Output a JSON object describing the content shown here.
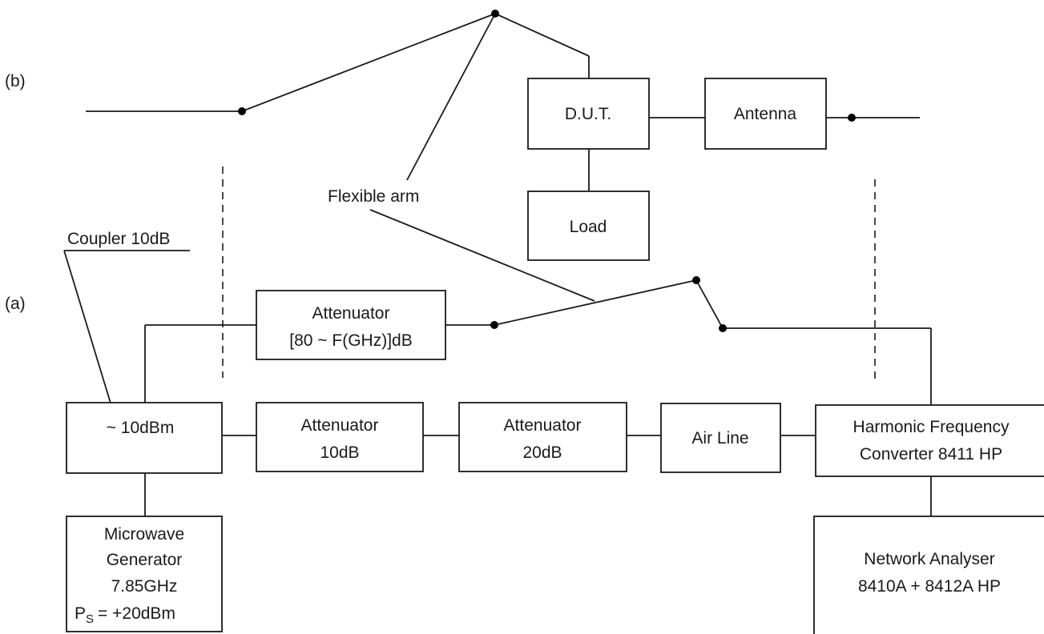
{
  "labels": {
    "section_b": "(b)",
    "section_a": "(a)",
    "flexible_arm": "Flexible arm",
    "coupler": "Coupler 10dB"
  },
  "blocks": {
    "dut": "D.U.T.",
    "antenna": "Antenna",
    "load": "Load",
    "attenuator_var": [
      "Attenuator",
      "[80 ~ F(GHz)]dB"
    ],
    "coupler_box": "~ 10dBm",
    "attenuator_10": [
      "Attenuator",
      "10dB"
    ],
    "attenuator_20": [
      "Attenuator",
      "20dB"
    ],
    "air_line": "Air Line",
    "harmonic_converter": [
      "Harmonic Frequency",
      "Converter 8411 HP"
    ],
    "microwave_generator": [
      "Microwave",
      "Generator",
      "7.85GHz"
    ],
    "generator_power": {
      "symbol": "P",
      "subscript": "S",
      "value": "= +20dBm"
    },
    "network_analyser": [
      "Network Analyser",
      "8410A + 8412A HP"
    ]
  }
}
